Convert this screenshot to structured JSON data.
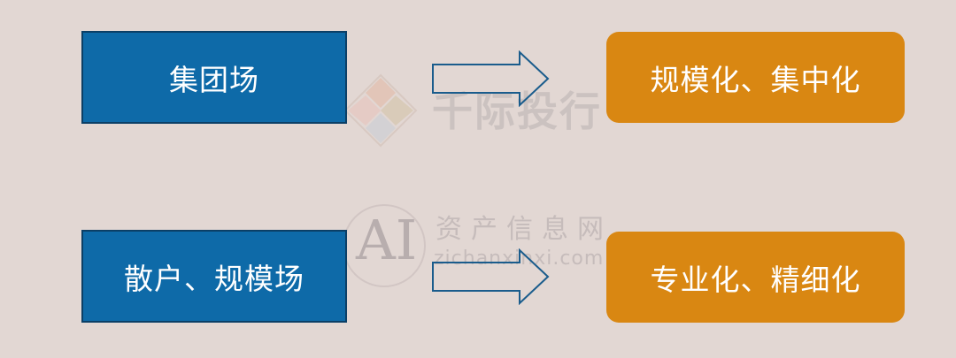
{
  "diagram": {
    "rows": [
      {
        "from": "集团场",
        "to": "规模化、集中化"
      },
      {
        "from": "散户、规模场",
        "to": "专业化、精细化"
      }
    ]
  },
  "watermarks": {
    "logo_text": "千际投行",
    "ai_mark": "AI",
    "site_cn": "资产信息网",
    "site_url": "zichanxinxi.com"
  },
  "colors": {
    "background": "#e2d7d3",
    "left_box": "#0e6aa8",
    "right_box": "#d98712",
    "arrow_stroke": "#1a5c8c"
  }
}
